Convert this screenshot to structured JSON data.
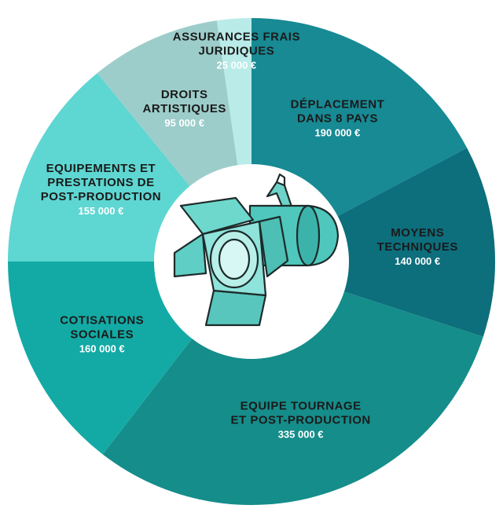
{
  "chart_data": {
    "type": "pie",
    "title": "",
    "categories": [
      [
        "DÉPLACEMENT",
        "DANS 8 PAYS"
      ],
      [
        "MOYENS",
        "TECHNIQUES"
      ],
      [
        "EQUIPE TOURNAGE",
        "ET POST-PRODUCTION"
      ],
      [
        "COTISATIONS",
        "SOCIALES"
      ],
      [
        "EQUIPEMENTS ET",
        "PRESTATIONS DE",
        "POST-PRODUCTION"
      ],
      [
        "DROITS",
        "ARTISTIQUES"
      ],
      [
        "ASSURANCES FRAIS",
        "JURIDIQUES"
      ]
    ],
    "values": [
      190000,
      140000,
      335000,
      160000,
      155000,
      95000,
      25000
    ],
    "value_labels": [
      "190 000 €",
      "140 000 €",
      "335 000 €",
      "160 000 €",
      "155 000 €",
      "95 000 €",
      "25 000 €"
    ],
    "colors": [
      "#178a94",
      "#0d6e7c",
      "#158d8a",
      "#13aaa5",
      "#5ed6d1",
      "#9ccdca",
      "#b9ebe9"
    ],
    "start_angle_deg": 0,
    "donut": true,
    "center_icon": "stage-spotlight-icon"
  }
}
